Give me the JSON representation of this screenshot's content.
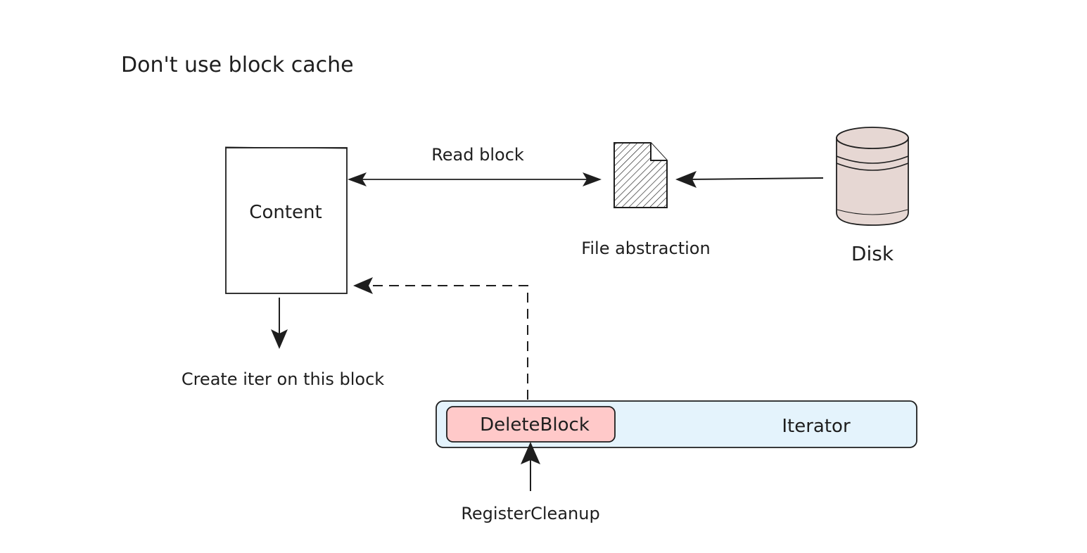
{
  "title": "Don't use block cache",
  "nodes": {
    "content": "Content",
    "file": "File abstraction",
    "disk": "Disk",
    "iterator": "Iterator",
    "delete_block": "DeleteBlock"
  },
  "edges": {
    "read_block": "Read block",
    "create_iter": "Create iter on this block",
    "register_cleanup": "RegisterCleanup"
  },
  "colors": {
    "stroke": "#1e1e1e",
    "disk_fill": "#e6d7d3",
    "iterator_fill": "#e4f3fc",
    "delete_fill": "#ffc9c9"
  }
}
